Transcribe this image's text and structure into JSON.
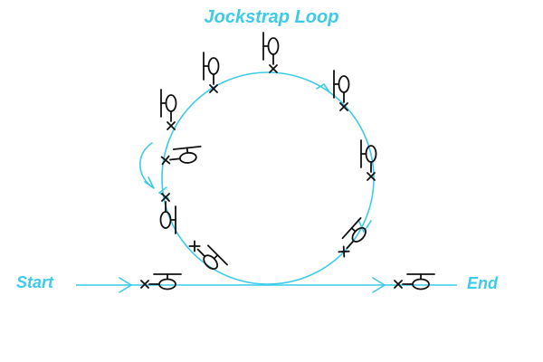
{
  "diagram": {
    "title": "Jockstrap Loop",
    "start_label": "Start",
    "end_label": "End"
  },
  "colors": {
    "path": "#3ccbe8",
    "figure": "#111111"
  },
  "icons": {
    "figure": "rider-figure-icon",
    "path_arrow": "arrow-icon",
    "rotation_hint": "curved-arrow-icon"
  }
}
